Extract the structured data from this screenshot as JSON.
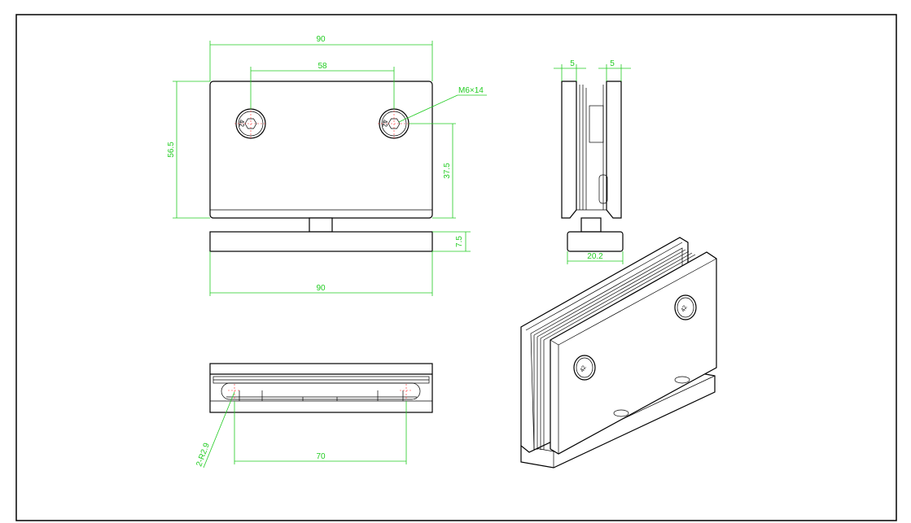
{
  "colors": {
    "dimension": "#22cc22",
    "outline": "#000000",
    "center_mark": "#ff2a2a",
    "background": "#ffffff"
  },
  "dimensions": {
    "front_width_top": "90",
    "hole_spacing": "58",
    "screw_spec": "M6×14",
    "front_height": "56.5",
    "hole_height": "37.5",
    "base_height": "7.5",
    "base_width": "90",
    "side_gap_left": "5",
    "side_gap_right": "5",
    "side_base_width": "20.2",
    "bottom_hole_spacing": "70",
    "bottom_radius": "2-R2.9"
  }
}
